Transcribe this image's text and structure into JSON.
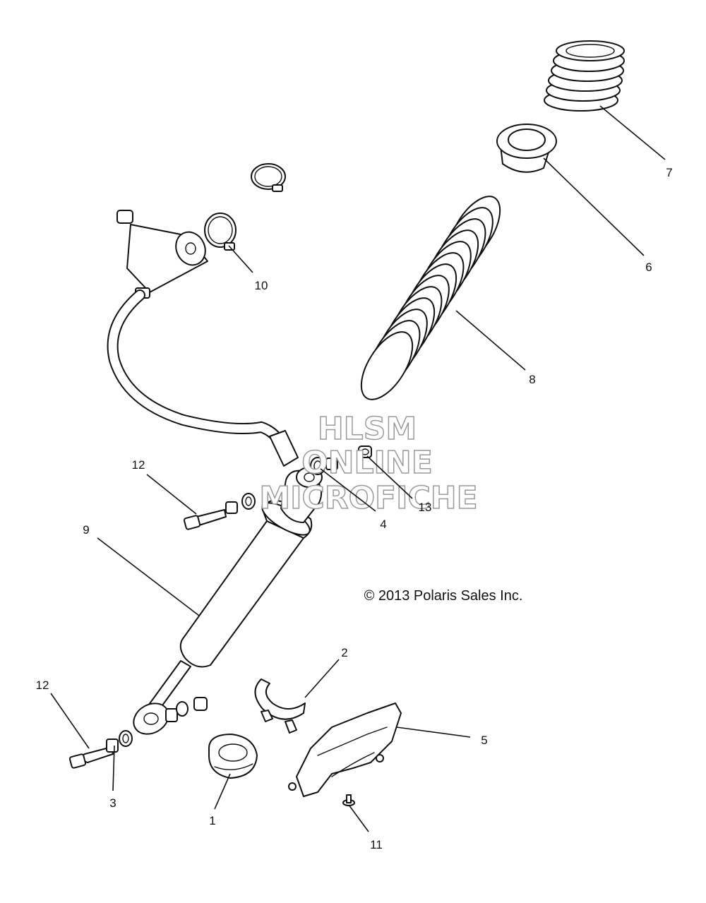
{
  "diagram": {
    "callouts": {
      "c1": "1",
      "c2": "2",
      "c3": "3",
      "c4": "4",
      "c5": "5",
      "c6": "6",
      "c7": "7",
      "c8": "8",
      "c9": "9",
      "c10": "10",
      "c11": "11",
      "c12a": "12",
      "c12b": "12",
      "c13": "13"
    },
    "copyright": "© 2013 Polaris Sales Inc.",
    "watermark": {
      "line1": "HLSM",
      "line2": "ONLINE",
      "line3": "MICROFICHE"
    }
  }
}
